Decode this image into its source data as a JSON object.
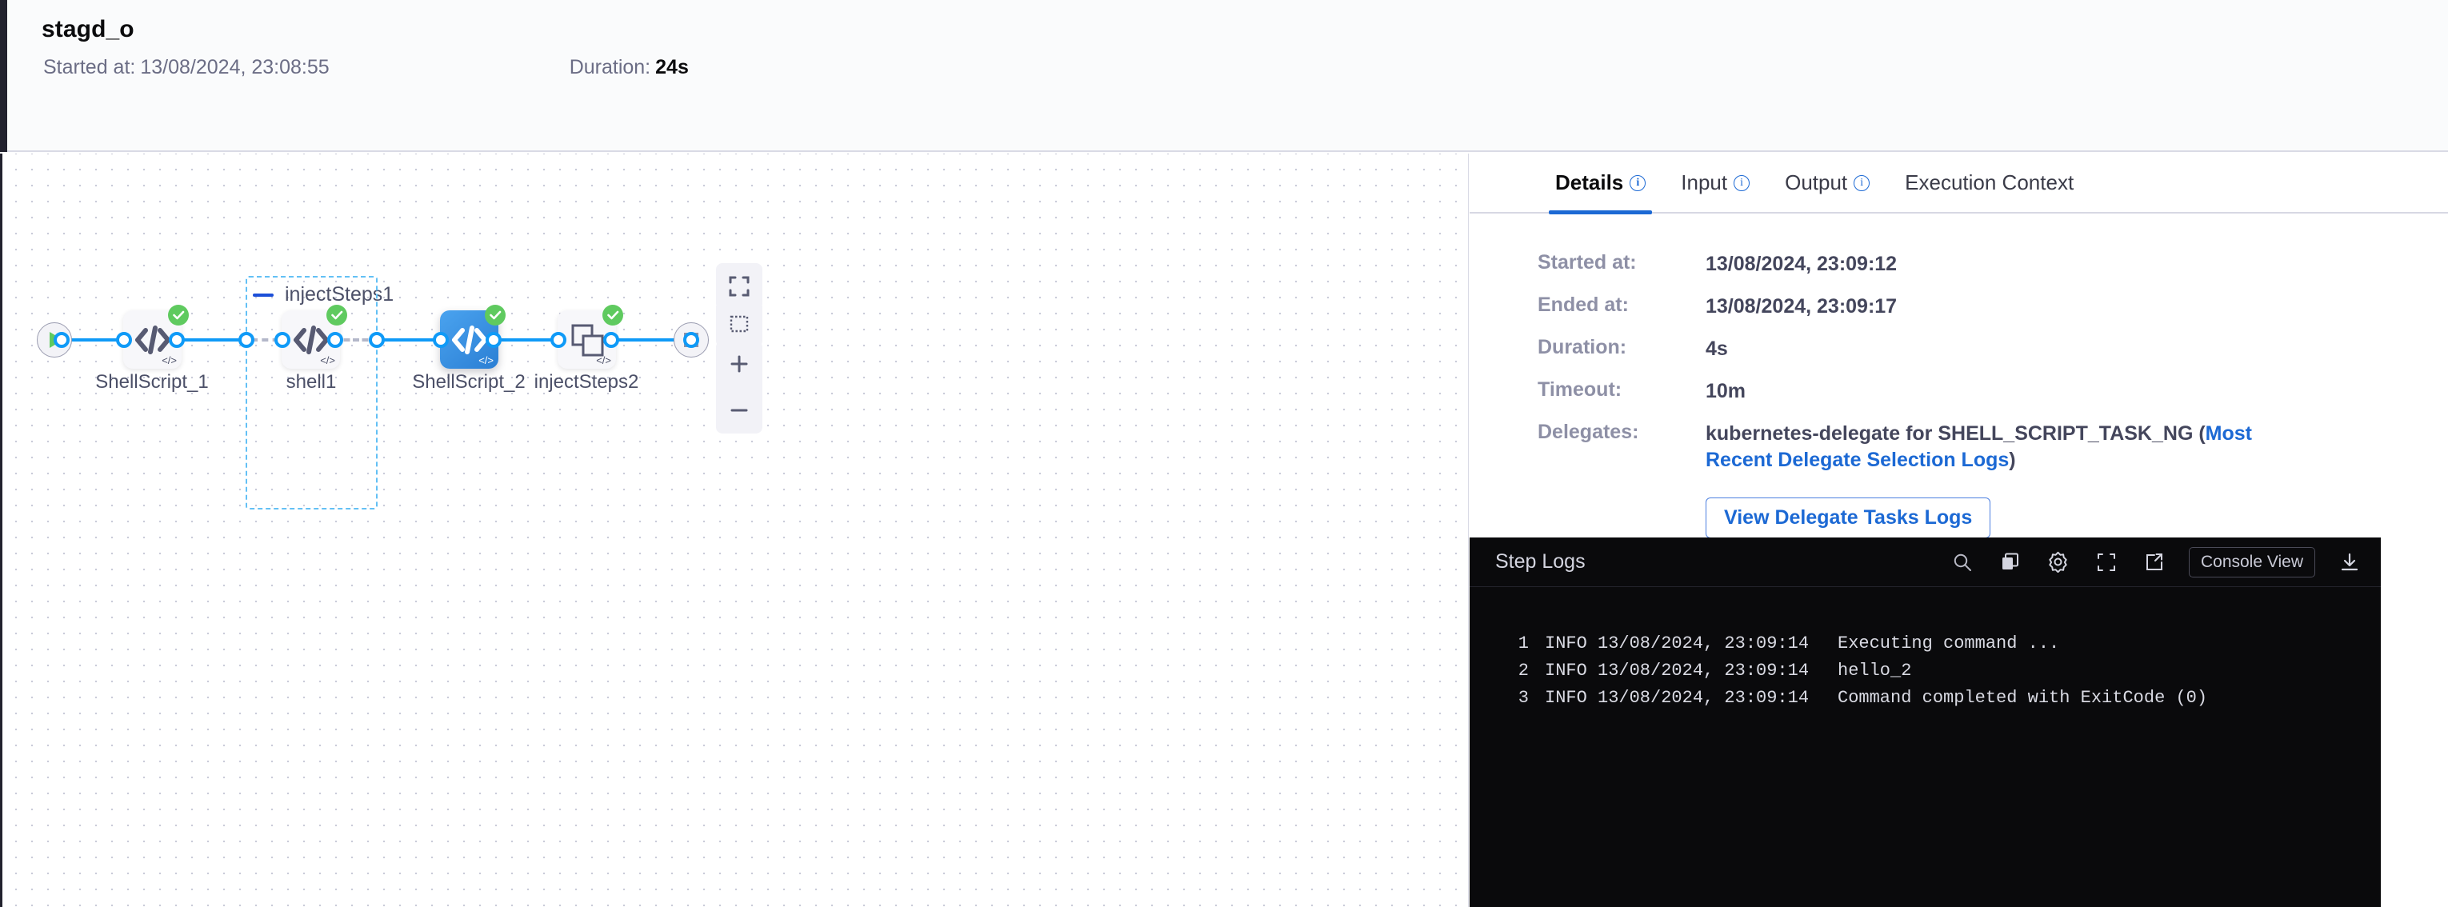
{
  "header": {
    "title": "stagd_o",
    "started_label": "Started at:",
    "started_value": "13/08/2024, 23:08:55",
    "duration_label": "Duration:",
    "duration_value": "24s"
  },
  "canvas": {
    "start_node": "start-node",
    "end_node": "end-node",
    "group": {
      "title": "injectSteps1"
    },
    "nodes": [
      {
        "label": "ShellScript_1",
        "icon": "code-icon",
        "status": "success",
        "selected": false
      },
      {
        "label": "shell1",
        "icon": "code-icon",
        "status": "success",
        "selected": false
      },
      {
        "label": "ShellScript_2",
        "icon": "code-icon",
        "status": "success",
        "selected": true
      },
      {
        "label": "injectSteps2",
        "icon": "copy-stack-icon",
        "status": "success",
        "selected": false
      }
    ],
    "controls": [
      {
        "name": "fit-to-screen-button",
        "icon": "fullscreen-icon"
      },
      {
        "name": "select-area-button",
        "icon": "dashed-square-icon"
      },
      {
        "name": "zoom-in-button",
        "icon": "plus-icon"
      },
      {
        "name": "zoom-out-button",
        "icon": "minus-icon"
      }
    ]
  },
  "panel": {
    "tabs": [
      {
        "label": "Details",
        "has_info": true,
        "active": true
      },
      {
        "label": "Input",
        "has_info": true,
        "active": false
      },
      {
        "label": "Output",
        "has_info": true,
        "active": false
      },
      {
        "label": "Execution Context",
        "has_info": false,
        "active": false
      }
    ],
    "details": {
      "started_at_label": "Started at:",
      "started_at_value": "13/08/2024, 23:09:12",
      "ended_at_label": "Ended at:",
      "ended_at_value": "13/08/2024, 23:09:17",
      "duration_label": "Duration:",
      "duration_value": "4s",
      "timeout_label": "Timeout:",
      "timeout_value": "10m",
      "delegates_label": "Delegates:",
      "delegates_text": "kubernetes-delegate for SHELL_SCRIPT_TASK_NG (",
      "delegates_link": "Most Recent Delegate Selection Logs",
      "delegates_text_end": ")",
      "view_delegate_button": "View Delegate Tasks Logs"
    }
  },
  "logs": {
    "title": "Step Logs",
    "console_view_label": "Console View",
    "tools": [
      "search-icon",
      "copy-icon",
      "gear-icon",
      "fullscreen-icon",
      "external-link-icon",
      "download-icon"
    ],
    "lines": [
      {
        "num": "1",
        "level": "INFO",
        "time": "13/08/2024, 23:09:14",
        "message": "Executing command ..."
      },
      {
        "num": "2",
        "level": "INFO",
        "time": "13/08/2024, 23:09:14",
        "message": "hello_2"
      },
      {
        "num": "3",
        "level": "INFO",
        "time": "13/08/2024, 23:09:14",
        "message": "Command completed with ExitCode (0)"
      }
    ]
  },
  "colors": {
    "accent_blue": "#0f9af7",
    "link_blue": "#1c69d4",
    "success_green": "#5fca5f",
    "node_selected": "#2b7fd4",
    "log_bg": "#0a0a0c"
  }
}
